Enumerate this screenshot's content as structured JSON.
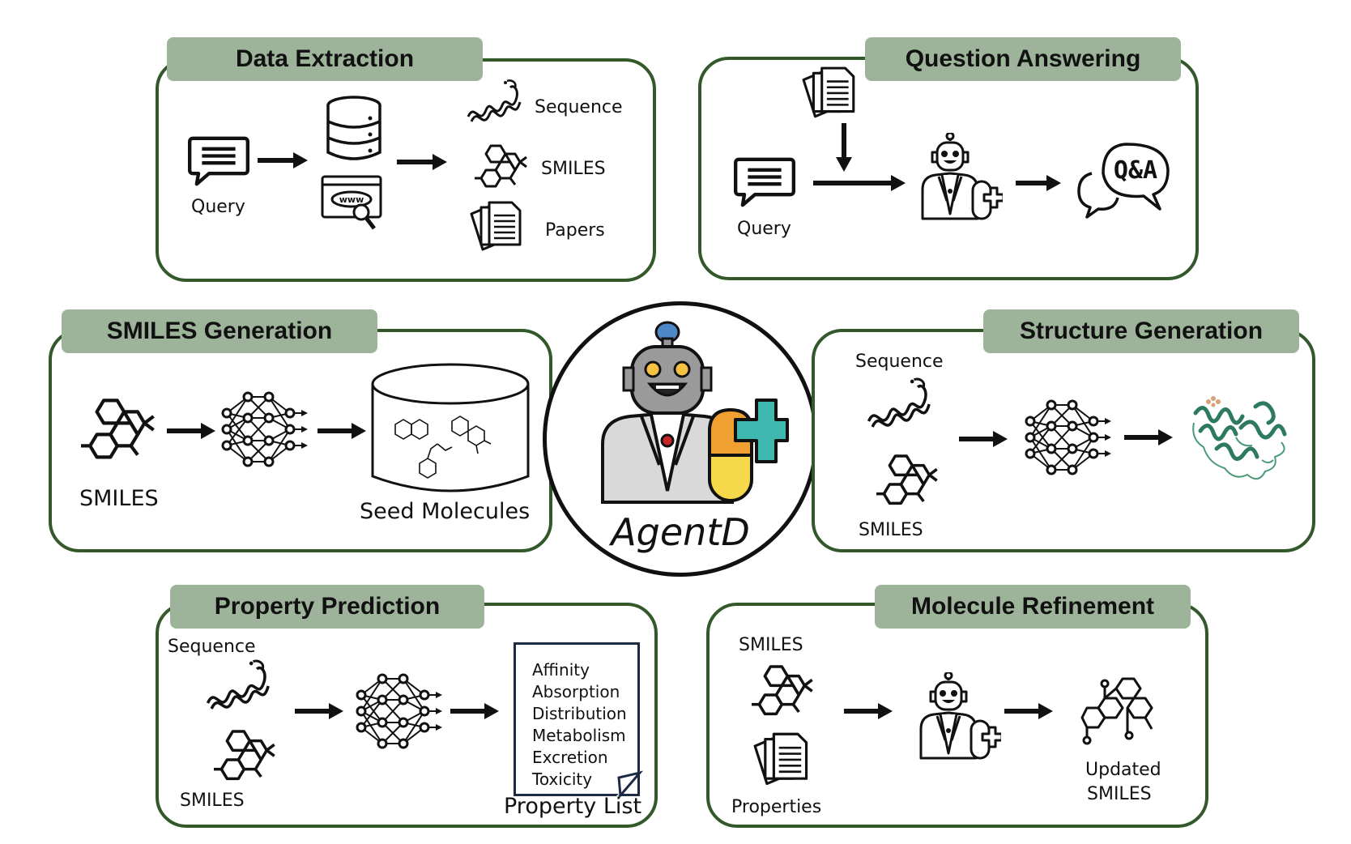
{
  "center": {
    "title": "AgentD"
  },
  "data_extraction": {
    "title": "Data Extraction",
    "query_label": "Query",
    "outputs": [
      "Sequence",
      "SMILES",
      "Papers"
    ]
  },
  "question_answering": {
    "title": "Question Answering",
    "query_label": "Query",
    "bubble_text": "Q&A"
  },
  "smiles_generation": {
    "title": "SMILES Generation",
    "input_label": "SMILES",
    "output_label": "Seed Molecules"
  },
  "structure_generation": {
    "title": "Structure Generation",
    "inputs": [
      "Sequence",
      "SMILES"
    ]
  },
  "property_prediction": {
    "title": "Property Prediction",
    "inputs": [
      "Sequence",
      "SMILES"
    ],
    "output_label": "Property List",
    "properties": [
      "Affinity",
      "Absorption",
      "Distribution",
      "Metabolism",
      "Excretion",
      "Toxicity"
    ]
  },
  "molecule_refinement": {
    "title": "Molecule Refinement",
    "inputs": [
      "SMILES",
      "Properties"
    ],
    "output_line1": "Updated",
    "output_line2": "SMILES"
  },
  "colors": {
    "panel_border": "#33582a",
    "tab_fill": "#9db49a",
    "protein": "#2e7a5e",
    "robot_orange": "#f0a030",
    "robot_yellow": "#f5d94a",
    "cross_teal": "#3fb8b0"
  },
  "icons": [
    "chat-icon",
    "database-icon",
    "www-search-icon",
    "helix-icon",
    "molecule-icon",
    "papers-icon",
    "robot-doctor-icon",
    "qa-bubble-icon",
    "neural-network-icon",
    "cylinder-icon",
    "protein-structure-icon"
  ]
}
